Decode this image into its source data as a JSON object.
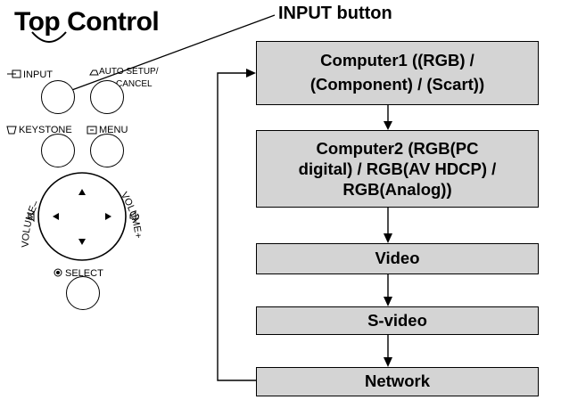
{
  "title": "Top Control",
  "callout": "INPUT button",
  "control_panel": {
    "input_label": "INPUT",
    "auto_setup_label_line1": "AUTO SETUP/",
    "auto_setup_label_line2": "CANCEL",
    "keystone_label": "KEYSTONE",
    "menu_label": "MENU",
    "volume_minus_label": "VOLUME–",
    "volume_plus_label": "VOLUME+",
    "select_label": "SELECT"
  },
  "flow": {
    "box1_line1": "Computer1 ((RGB) /",
    "box1_line2": "(Component) / (Scart))",
    "box2_line1": "Computer2 (RGB(PC",
    "box2_line2": "digital) / RGB(AV HDCP) /",
    "box2_line3": "RGB(Analog))",
    "box3": "Video",
    "box4": "S-video",
    "box5": "Network"
  }
}
